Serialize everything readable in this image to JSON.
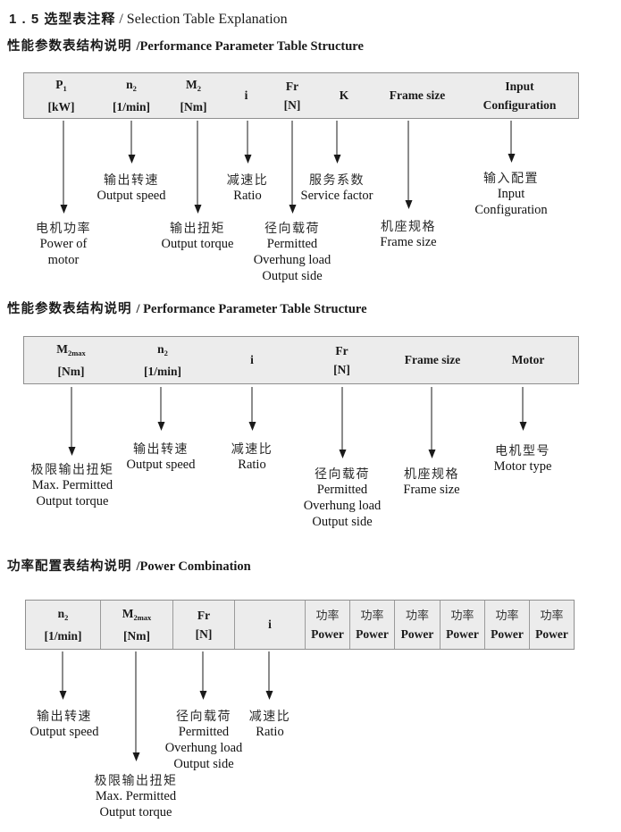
{
  "page": {
    "title_cn": "1 . 5 选型表注释",
    "title_en": "/ Selection Table Explanation"
  },
  "colors": {
    "table_header_bg": "#ececec",
    "table_border": "#8f8f8f",
    "ink": "#1a1a1a"
  },
  "sections": [
    {
      "heading_cn": "性能参数表结构说明 ",
      "heading_en": "/Performance Parameter Table Structure",
      "columns": [
        {
          "sym": "P",
          "sub": "1",
          "unit": "[kW]"
        },
        {
          "sym": "n",
          "sub": "2",
          "unit": "[1/min]"
        },
        {
          "sym": "M",
          "sub": "2",
          "unit": "[Nm]"
        },
        {
          "sym": "i"
        },
        {
          "sym": "Fr",
          "unit": "[N]"
        },
        {
          "sym": "K"
        },
        {
          "sym": "Frame size"
        },
        {
          "sym": "Input",
          "unit": "Configuration"
        }
      ],
      "callouts": [
        {
          "cn": "电机功率",
          "en": [
            "Power of",
            "motor"
          ]
        },
        {
          "cn": "输出转速",
          "en": [
            "Output speed"
          ]
        },
        {
          "cn": "输出扭矩",
          "en": [
            "Output torque"
          ]
        },
        {
          "cn": "减速比",
          "en": [
            "Ratio"
          ]
        },
        {
          "cn": "径向载荷",
          "en": [
            "Permitted",
            "Overhung load",
            "Output side"
          ]
        },
        {
          "cn": "服务系数",
          "en": [
            "Service factor"
          ]
        },
        {
          "cn": "机座规格",
          "en": [
            "Frame size"
          ]
        },
        {
          "cn": "输入配置",
          "en": [
            "Input",
            "Configuration"
          ]
        }
      ]
    },
    {
      "heading_cn": "性能参数表结构说明 ",
      "heading_en": "/ Performance Parameter Table Structure",
      "columns": [
        {
          "sym": "M",
          "sub": "2max",
          "unit": "[Nm]"
        },
        {
          "sym": "n",
          "sub": "2",
          "unit": "[1/min]"
        },
        {
          "sym": "i"
        },
        {
          "sym": "Fr",
          "unit": "[N]"
        },
        {
          "sym": "Frame size"
        },
        {
          "sym": "Motor"
        }
      ],
      "callouts": [
        {
          "cn": "极限输出扭矩",
          "en": [
            "Max. Permitted",
            "Output torque"
          ]
        },
        {
          "cn": "输出转速",
          "en": [
            "Output speed"
          ]
        },
        {
          "cn": "减速比",
          "en": [
            "Ratio"
          ]
        },
        {
          "cn": "径向载荷",
          "en": [
            "Permitted",
            "Overhung load",
            "Output side"
          ]
        },
        {
          "cn": "机座规格",
          "en": [
            "Frame size"
          ]
        },
        {
          "cn": "电机型号",
          "en": [
            "Motor type"
          ]
        }
      ]
    },
    {
      "heading_cn": "功率配置表结构说明 ",
      "heading_en": "/Power Combination",
      "columns": [
        {
          "sym": "n",
          "sub": "2",
          "unit": "[1/min]"
        },
        {
          "sym": "M",
          "sub": "2max",
          "unit": "[Nm]"
        },
        {
          "sym": "Fr",
          "unit": "[N]"
        },
        {
          "sym": "i"
        }
      ],
      "power_columns": [
        {
          "cn": "功率",
          "en": "Power"
        },
        {
          "cn": "功率",
          "en": "Power"
        },
        {
          "cn": "功率",
          "en": "Power"
        },
        {
          "cn": "功率",
          "en": "Power"
        },
        {
          "cn": "功率",
          "en": "Power"
        },
        {
          "cn": "功率",
          "en": "Power"
        }
      ],
      "callouts": [
        {
          "cn": "输出转速",
          "en": [
            "Output speed"
          ]
        },
        {
          "cn": "极限输出扭矩",
          "en": [
            "Max. Permitted",
            "Output torque"
          ]
        },
        {
          "cn": "径向载荷",
          "en": [
            "Permitted",
            "Overhung load",
            "Output side"
          ]
        },
        {
          "cn": "减速比",
          "en": [
            "Ratio"
          ]
        }
      ]
    }
  ]
}
